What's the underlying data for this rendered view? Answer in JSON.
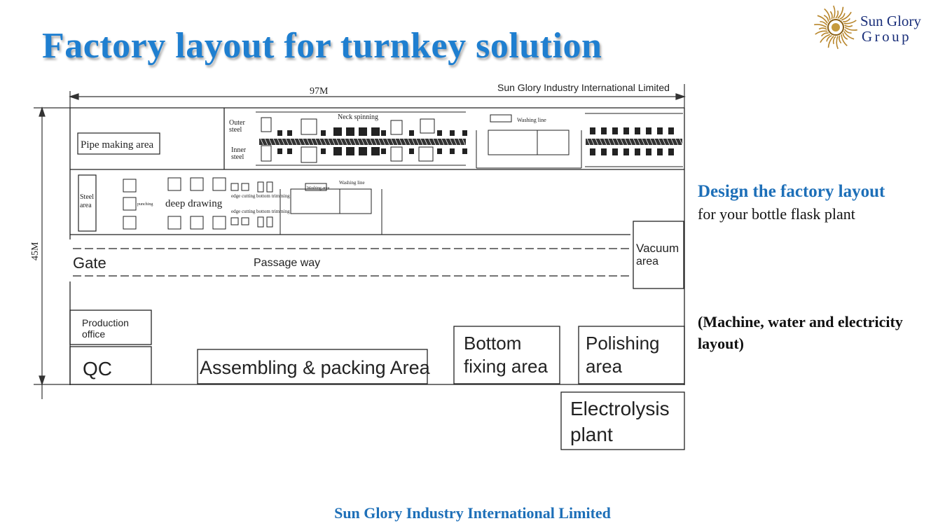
{
  "title": "Factory layout for turnkey solution",
  "logo": {
    "line1": "Sun Glory",
    "line2": "Group",
    "icon": "sun-burst-icon",
    "color": "#1a2f7a",
    "sun_color": "#b8862b"
  },
  "layout": {
    "company_label": "Sun Glory Industry International Limited",
    "width_dim": "97M",
    "height_dim": "45M",
    "zones": {
      "pipe_making": "Pipe making area",
      "outer_steel": [
        "Outer",
        "steel"
      ],
      "inner_steel": [
        "Inner",
        "steel"
      ],
      "neck_spinning": "Neck spinning",
      "washing_area": "Washing area",
      "washing_line": "Washing line",
      "steel_area": [
        "Steel",
        "area"
      ],
      "deep_drawing": "deep drawing",
      "edge_cutting": "edge cutting",
      "bottom_trimming": "bottom trimming",
      "punching": "punching",
      "gate": "Gate",
      "passage_way": "Passage way",
      "vacuum_area": [
        "Vacuum",
        "area"
      ],
      "production_office": [
        "Production",
        "office"
      ],
      "qc": "QC",
      "assembling": "Assembling & packing Area",
      "bottom_fixing": [
        "Bottom",
        "fixing area"
      ],
      "polishing": [
        "Polishing",
        "area"
      ],
      "electrolysis": [
        "Electrolysis",
        "plant"
      ]
    }
  },
  "side": {
    "heading": "Design the factory layout",
    "sub": "for your bottle flask plant",
    "note": "(Machine, water and electricity layout)"
  },
  "footer": "Sun Glory Industry International Limited",
  "colors": {
    "title": "#1f7fd0",
    "accent": "#1d6fb8"
  }
}
